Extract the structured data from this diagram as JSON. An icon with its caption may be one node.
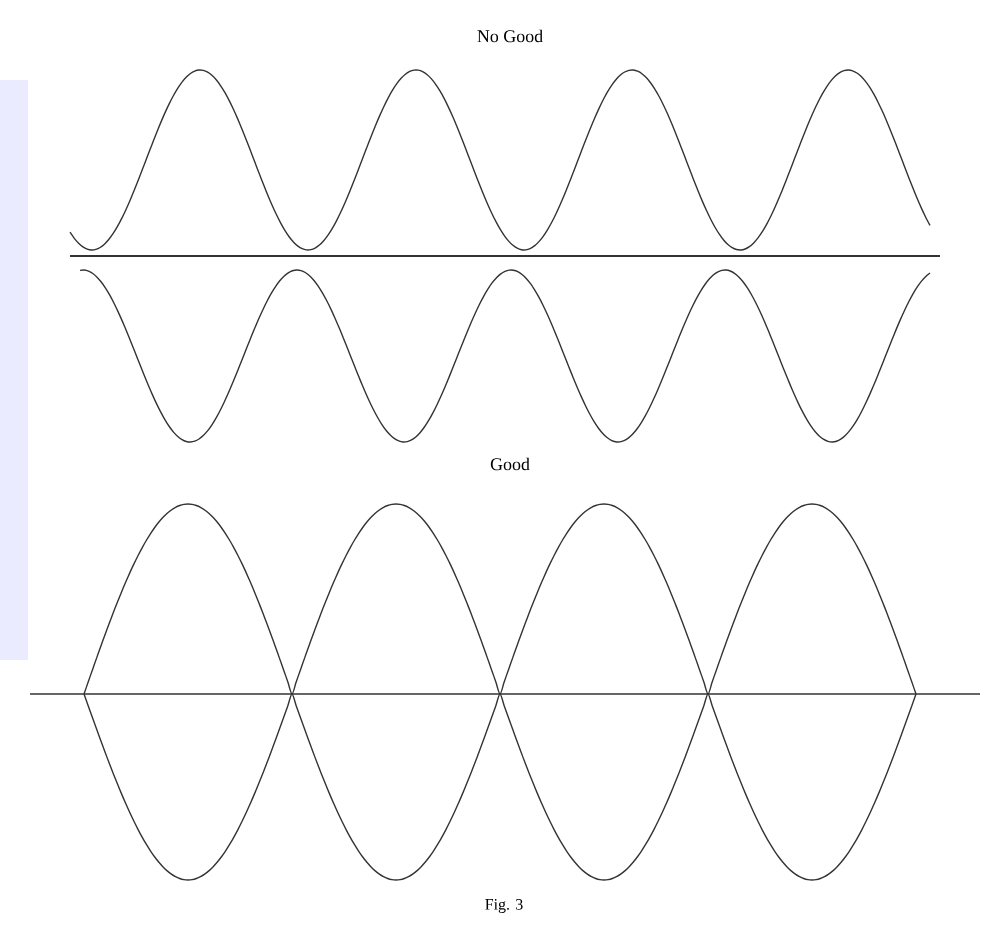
{
  "diagram": {
    "caption": "Fig. 3",
    "labels": [
      "No Good",
      "Good"
    ]
  }
}
